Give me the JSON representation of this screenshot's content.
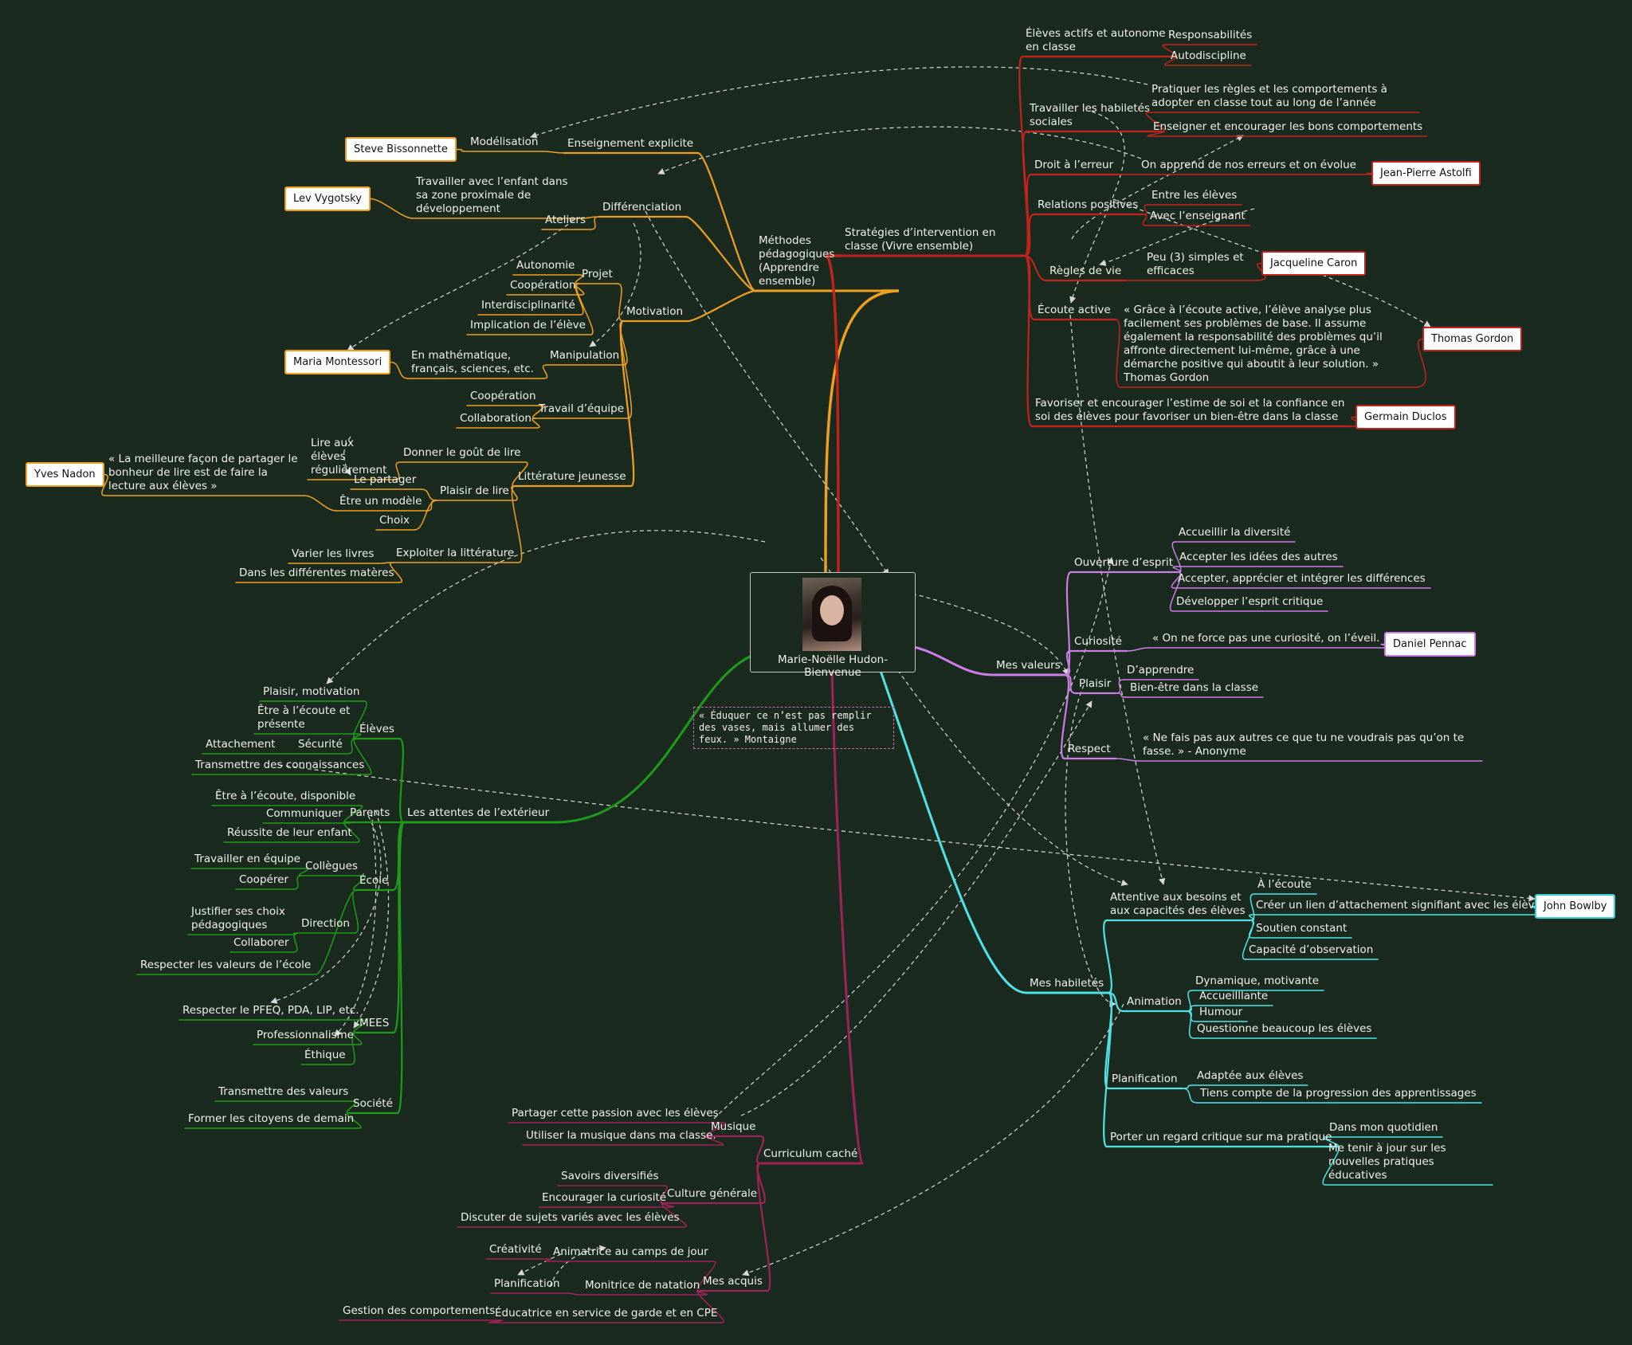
{
  "center": {
    "name": "Marie-Noëlle Hudon-Bienvenue",
    "photo_icon": "portrait-photo-icon"
  },
  "quote": "« Éduquer ce n’est pas remplir des vases, mais allumer des feux. » Montaigne",
  "colors": {
    "background": "#1b2a1e",
    "orange": "#f0a020",
    "red": "#c2241d",
    "green": "#1f9a1a",
    "purple": "#cc7de8",
    "cyan": "#4fe3e8",
    "maroon": "#a0225a"
  },
  "nodes": {
    "m": {
      "t": "Méthodes pédagogiques (Apprendre ensemble)"
    },
    "m1": {
      "t": "Enseignement explicite"
    },
    "m11": {
      "t": "Modélisation"
    },
    "m2": {
      "t": "Différenciation"
    },
    "m21": {
      "t": "Travailler avec l’enfant dans sa zone proximale de développement"
    },
    "m22": {
      "t": "Ateliers"
    },
    "m3": {
      "t": "Motivation"
    },
    "m31": {
      "t": "Projet"
    },
    "m311": {
      "t": "Autonomie"
    },
    "m312": {
      "t": "Coopération"
    },
    "m313": {
      "t": "Interdisciplinarité"
    },
    "m314": {
      "t": "Implication de l’élève"
    },
    "m32": {
      "t": "Manipulation"
    },
    "m321": {
      "t": "En mathématique, français, sciences, etc."
    },
    "m33": {
      "t": "Travail d’équipe"
    },
    "m331": {
      "t": "Coopération"
    },
    "m332": {
      "t": "Collaboration"
    },
    "m4": {
      "t": "Littérature jeunesse"
    },
    "m41": {
      "t": "Donner le goût de lire"
    },
    "m411": {
      "t": "Lire aux élèves régulièrement"
    },
    "m42": {
      "t": "Plaisir de lire"
    },
    "m421": {
      "t": "Le partager"
    },
    "m422": {
      "t": "Être un modèle"
    },
    "m4221": {
      "t": "« La meilleure façon de partager le bonheur de lire est de faire la lecture aux élèves »"
    },
    "m423": {
      "t": "Choix"
    },
    "m43": {
      "t": "Exploiter la littérature"
    },
    "m431": {
      "t": "Varier les livres"
    },
    "m432": {
      "t": "Dans les différentes matères"
    },
    "s": {
      "t": "Stratégies d’intervention en classe (Vivre ensemble)"
    },
    "s1": {
      "t": "Élèves actifs et autonome en classe"
    },
    "s11": {
      "t": "Responsabilités"
    },
    "s12": {
      "t": "Autodiscipline"
    },
    "s2": {
      "t": "Travailler les habiletés sociales"
    },
    "s21": {
      "t": "Pratiquer les règles et les comportements à adopter en classe tout au long de l’année"
    },
    "s22": {
      "t": "Enseigner et encourager les bons comportements"
    },
    "s3": {
      "t": "Droit à l’erreur"
    },
    "s31": {
      "t": "On apprend de nos erreurs et on évolue"
    },
    "s4": {
      "t": "Relations positives"
    },
    "s41": {
      "t": "Entre les élèves"
    },
    "s42": {
      "t": "Avec l’enseignant"
    },
    "s5": {
      "t": "Règles de vie"
    },
    "s51": {
      "t": "Peu (3) simples et efficaces"
    },
    "s6": {
      "t": "Écoute active"
    },
    "s61": {
      "t": "« Grâce à l’écoute active, l’élève analyse plus facilement ses problèmes de base. Il assume également la responsabilité des problèmes qu’il affronte directement lui-même, grâce à une démarche positive qui aboutit à leur solution. » Thomas Gordon"
    },
    "s7": {
      "t": "Favoriser et encourager l’estime de soi et la confiance en soi des élèves pour favoriser un bien-être dans la classe"
    },
    "v": {
      "t": "Mes valeurs"
    },
    "v1": {
      "t": "Ouverture d’esprit"
    },
    "v11": {
      "t": "Accueillir la diversité"
    },
    "v12": {
      "t": "Accepter les idées des autres"
    },
    "v13": {
      "t": "Accepter, apprécier et intégrer les différences"
    },
    "v14": {
      "t": "Développer l’esprit critique"
    },
    "v2": {
      "t": "Curiosité"
    },
    "v21": {
      "t": "« On ne force pas une curiosité, on l’éveil. »"
    },
    "v3": {
      "t": "Plaisir"
    },
    "v31": {
      "t": "D’apprendre"
    },
    "v32": {
      "t": "Bien-être dans la classe"
    },
    "v4": {
      "t": "Respect"
    },
    "v41": {
      "t": "« Ne fais pas aux autres ce que tu ne voudrais pas qu’on te fasse. » - Anonyme"
    },
    "h": {
      "t": "Mes habiletés"
    },
    "h1": {
      "t": "Attentive aux besoins et aux capacités des élèves"
    },
    "h11": {
      "t": "À l’écoute"
    },
    "h12": {
      "t": "Créer un lien d’attachement signifiant avec les élèves"
    },
    "h13": {
      "t": "Soutien constant"
    },
    "h14": {
      "t": "Capacité d’observation"
    },
    "h2": {
      "t": "Animation"
    },
    "h21": {
      "t": "Dynamique, motivante"
    },
    "h22": {
      "t": "Accueilllante"
    },
    "h23": {
      "t": "Humour"
    },
    "h24": {
      "t": "Questionne beaucoup les élèves"
    },
    "h3": {
      "t": "Planification"
    },
    "h31": {
      "t": "Adaptée aux élèves"
    },
    "h32": {
      "t": "Tiens compte de la progression des apprentissages"
    },
    "h4": {
      "t": "Porter un regard critique sur ma pratique"
    },
    "h41": {
      "t": "Dans mon quotidien"
    },
    "h42": {
      "t": "Me tenir à jour sur les nouvelles pratiques éducatives"
    },
    "c": {
      "t": "Curriculum caché"
    },
    "c1": {
      "t": "Musique"
    },
    "c11": {
      "t": "Partager cette passion avec les élèves"
    },
    "c12": {
      "t": "Utiliser la musique dans ma classe."
    },
    "c2": {
      "t": "Culture générale"
    },
    "c21": {
      "t": "Savoirs diversifiés"
    },
    "c22": {
      "t": "Encourager la curiosité"
    },
    "c23": {
      "t": "Discuter de sujets variés avec les élèves"
    },
    "c3": {
      "t": "Mes acquis"
    },
    "c31": {
      "t": "Animatrice au camps de jour"
    },
    "c311": {
      "t": "Créativité"
    },
    "c32": {
      "t": "Monitrice de natation"
    },
    "c321": {
      "t": "Planification"
    },
    "c33": {
      "t": "Éducatrice en service de garde et en CPE"
    },
    "c331": {
      "t": "Gestion des comportements"
    },
    "a": {
      "t": "Les attentes de l’extérieur"
    },
    "a1": {
      "t": "Élèves"
    },
    "a11": {
      "t": "Plaisir, motivation"
    },
    "a12": {
      "t": "Être à l’écoute et présente"
    },
    "a13": {
      "t": "Sécurité"
    },
    "a131": {
      "t": "Attachement"
    },
    "a14": {
      "t": "Transmettre des connaissances"
    },
    "a2": {
      "t": "Parents"
    },
    "a21": {
      "t": "Être à l’écoute, disponible"
    },
    "a22": {
      "t": "Communiquer"
    },
    "a23": {
      "t": "Réussite de leur enfant"
    },
    "a3": {
      "t": "École"
    },
    "a31": {
      "t": "Collègues"
    },
    "a311": {
      "t": "Travailler en équipe"
    },
    "a312": {
      "t": "Coopérer"
    },
    "a32": {
      "t": "Direction"
    },
    "a321": {
      "t": "Justifier ses choix pédagogiques"
    },
    "a322": {
      "t": "Collaborer"
    },
    "a33": {
      "t": "Respecter les valeurs de l’école"
    },
    "a4": {
      "t": "MEES"
    },
    "a41": {
      "t": "Respecter le PFEQ, PDA, LIP, etc."
    },
    "a42": {
      "t": "Professionnalisme"
    },
    "a43": {
      "t": "Éthique"
    },
    "a5": {
      "t": "Société"
    },
    "a51": {
      "t": "Transmettre des valeurs"
    },
    "a52": {
      "t": "Former les citoyens de demain"
    }
  },
  "people": {
    "steve": "Steve Bissonnette",
    "lev": "Lev Vygotsky",
    "maria": "Maria Montessori",
    "yves": "Yves Nadon",
    "jp": "Jean-Pierre Astolfi",
    "jacq": "Jacqueline Caron",
    "gordon": "Thomas Gordon",
    "duclos": "Germain Duclos",
    "pennac": "Daniel Pennac",
    "bowlby": "John Bowlby"
  }
}
